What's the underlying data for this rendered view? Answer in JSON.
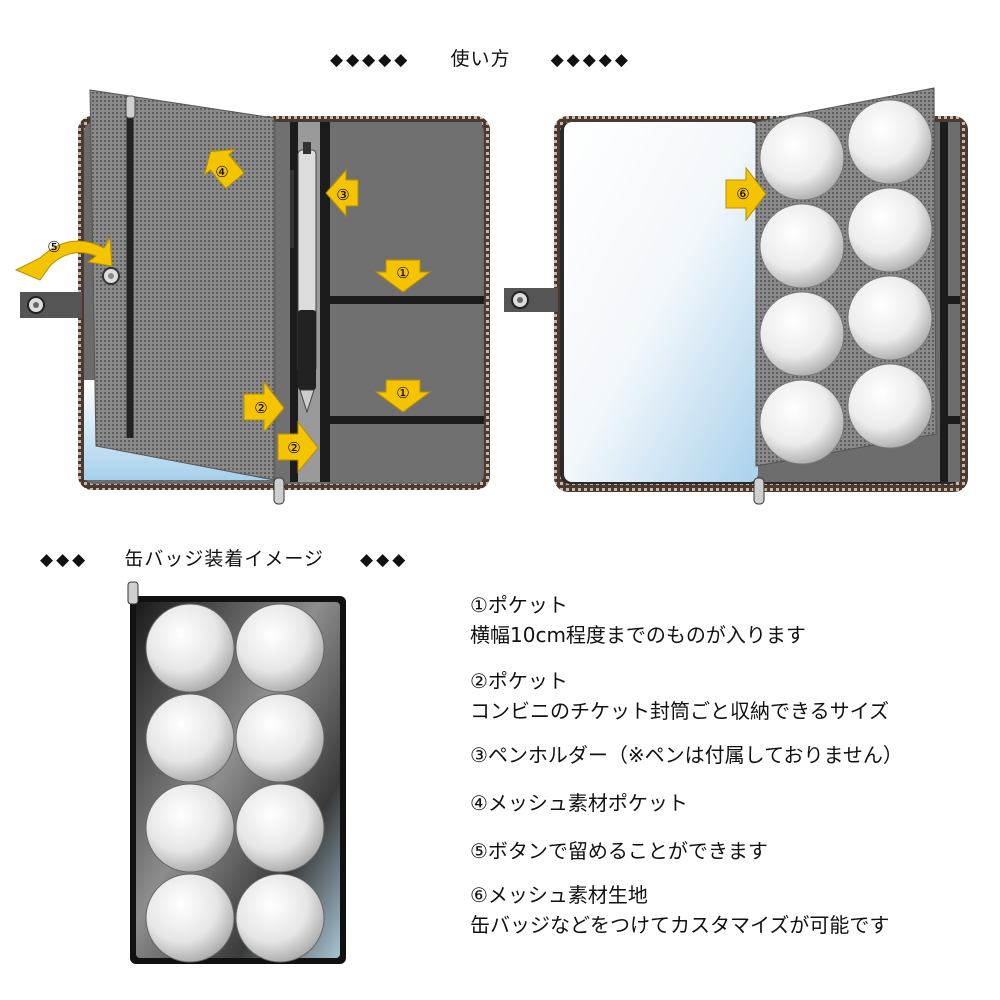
{
  "section1": {
    "title": "使い方",
    "diamonds_left": "◆◆◆◆◆",
    "diamonds_right": "◆◆◆◆◆"
  },
  "section2": {
    "title": "缶バッジ装着イメージ",
    "diamonds_left": "◆◆◆",
    "diamonds_right": "◆◆◆"
  },
  "markers": [
    "①",
    "②",
    "③",
    "④",
    "⑤",
    "⑥"
  ],
  "features": [
    {
      "title": "①ポケット",
      "desc": "横幅10cm程度までのものが入ります"
    },
    {
      "title": "②ポケット",
      "desc": "コンビニのチケット封筒ごと収納できるサイズ"
    },
    {
      "title": "③ペンホルダー（※ペンは付属しておりません）",
      "desc": ""
    },
    {
      "title": "④メッシュ素材ポケット",
      "desc": ""
    },
    {
      "title": "⑤ボタンで留めることができます",
      "desc": ""
    },
    {
      "title": "⑥メッシュ素材生地",
      "desc": "缶バッジなどをつけてカスタマイズが可能です"
    }
  ],
  "colors": {
    "arrow": "#f5c400",
    "panel": "#6e6e6e",
    "mesh": "#7a7a7a",
    "zipper": "#3a2a22",
    "mirror_light": "#ffffff",
    "mirror_blue": "#b9d9ee"
  }
}
